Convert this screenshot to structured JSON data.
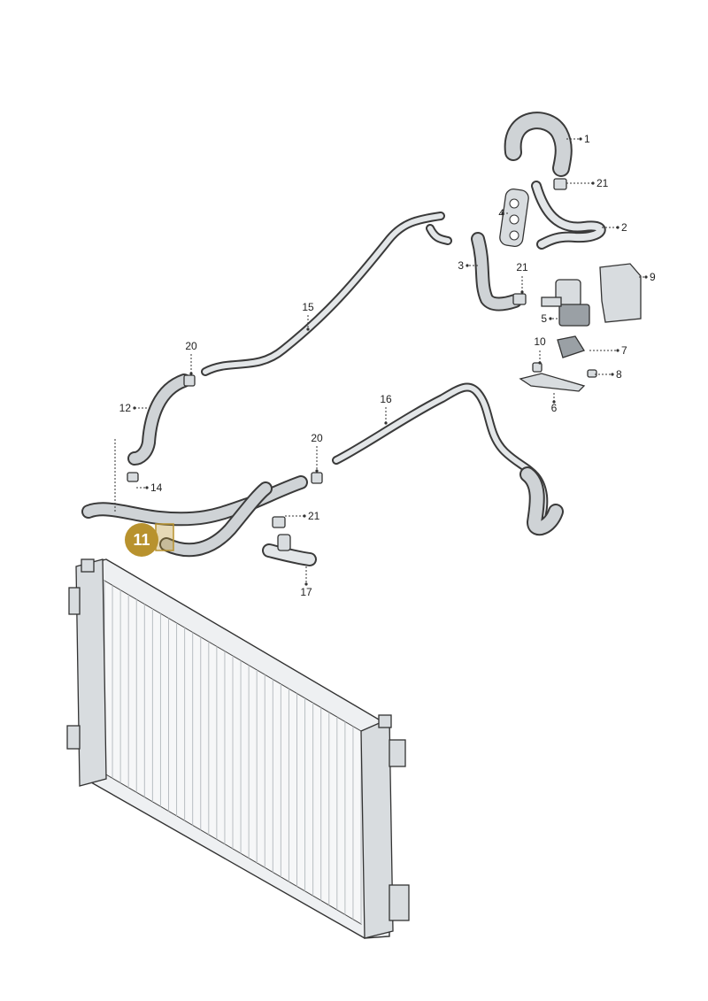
{
  "callouts": [
    {
      "label": "1"
    },
    {
      "label": "21"
    },
    {
      "label": "2"
    },
    {
      "label": "4"
    },
    {
      "label": "3"
    },
    {
      "label": "21"
    },
    {
      "label": "9"
    },
    {
      "label": "5"
    },
    {
      "label": "10"
    },
    {
      "label": "7"
    },
    {
      "label": "8"
    },
    {
      "label": "6"
    },
    {
      "label": "15"
    },
    {
      "label": "20"
    },
    {
      "label": "12"
    },
    {
      "label": "16"
    },
    {
      "label": "20"
    },
    {
      "label": "14"
    },
    {
      "label": "21"
    },
    {
      "label": "17"
    }
  ],
  "highlight": {
    "label": "11",
    "color": "#b8922e"
  },
  "colors": {
    "line": "#3a3a3a",
    "hose": "#cfd3d6",
    "badge": "#b8922e"
  }
}
